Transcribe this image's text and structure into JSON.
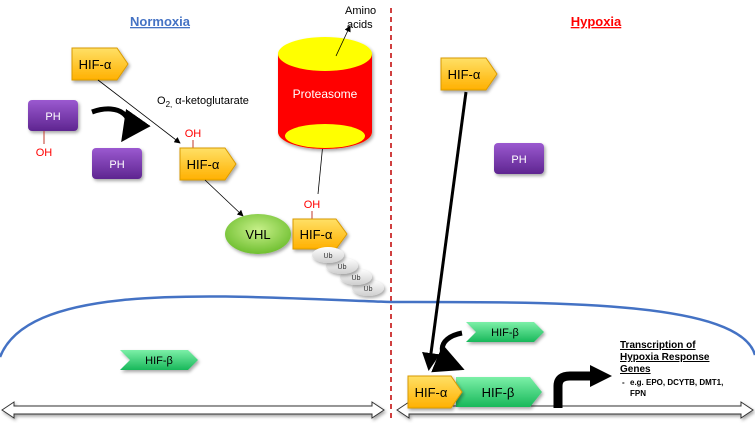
{
  "panels": {
    "normoxia_title": "Normoxia",
    "hypoxia_title": "Hypoxia"
  },
  "labels": {
    "hif_alpha": "HIF-α",
    "hif_beta": "HIF-β",
    "ph": "PH",
    "oh": "OH",
    "vhl": "VHL",
    "ub": "Ub",
    "proteasome": "Proteasome",
    "amino_acids_line1": "Amino",
    "amino_acids_line2": "acids",
    "o2_prefix": "O",
    "o2_sub": "2,",
    "o2_rest": " α-ketoglutarate"
  },
  "transcription": {
    "title_lines": [
      "Transcription of",
      "Hypoxia Response",
      "Genes"
    ],
    "example_line1": "e.g. EPO, DCYTB, DMT1,",
    "example_line2": "FPN",
    "bullet": "-"
  },
  "colors": {
    "hif_alpha_fill": "#ffc000",
    "hif_beta_fill": "#2ecc71",
    "ph_fill": "#7030a0",
    "vhl_fill": "#8fd14f",
    "proteasome_red": "#ff0000",
    "proteasome_yellow": "#ffff00",
    "normoxia_title": "#4472c4",
    "hypoxia_title": "#ff0000",
    "divider": "#c00000",
    "nucleus_line": "#4472c4",
    "oh_text": "#ff0000"
  }
}
